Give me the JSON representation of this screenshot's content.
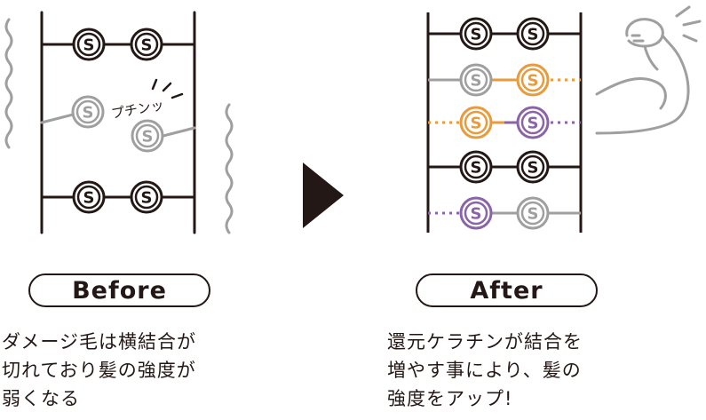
{
  "colors": {
    "ink": "#231815",
    "damaged": "#9f9f9f",
    "orange": "#e99a3a",
    "purple": "#8a64a8",
    "arrow": "#231815"
  },
  "before": {
    "label": "Before",
    "bond_letter": "S",
    "snap_text": "プチンッ",
    "caption_lines": [
      "ダメージ毛は横結合が",
      "切れており髪の強度が",
      "弱くなる"
    ]
  },
  "after": {
    "label": "After",
    "bond_letter": "S",
    "caption_lines": [
      "還元ケラチンが結合を",
      "増やす事により、髪の",
      "強度をアップ!"
    ]
  },
  "icons": [
    "wavy-strand-icon",
    "next-arrow-icon",
    "flexed-arm-icon"
  ]
}
